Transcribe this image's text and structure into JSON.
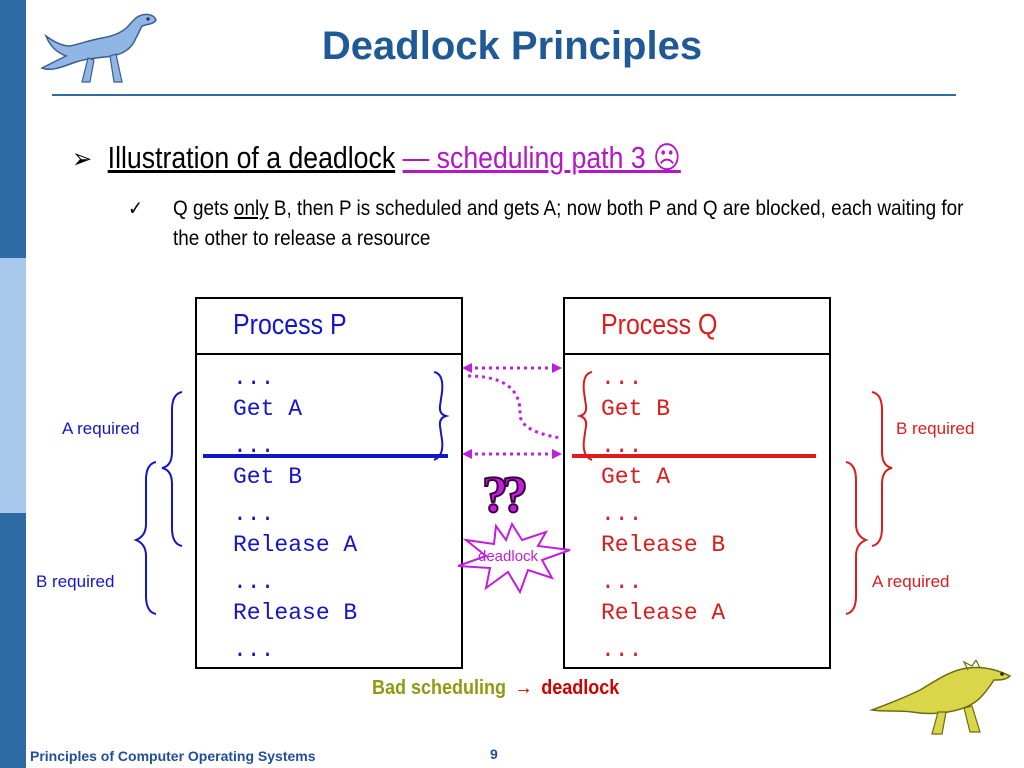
{
  "slide": {
    "title": "Deadlock Principles",
    "bullet": {
      "prefix": "Illustration of a deadlock",
      "highlight": "— scheduling path 3 ☹",
      "sub": {
        "part1": "Q gets ",
        "only": "only",
        "part2": " B, then P is scheduled and gets A; now both P and Q are blocked, each waiting for the other to release a resource"
      }
    },
    "process_p": {
      "title": "Process P",
      "lines": [
        "...",
        "Get A",
        "...",
        "Get B",
        "...",
        "Release A",
        "...",
        "Release B",
        "..."
      ]
    },
    "process_q": {
      "title": "Process Q",
      "lines": [
        "...",
        "Get B",
        "...",
        "Get A",
        "...",
        "Release B",
        "...",
        "Release A",
        "..."
      ]
    },
    "labels": {
      "p_a_required": "A required",
      "p_b_required": "B required",
      "q_b_required": "B required",
      "q_a_required": "A required",
      "question": "??",
      "deadlock_burst": "deadlock"
    },
    "caption": {
      "left": "Bad scheduling",
      "arrow": "→",
      "right": "deadlock"
    },
    "footer": {
      "course": "Principles of Computer Operating Systems",
      "page": "9"
    }
  },
  "colors": {
    "title": "#1f5a96",
    "process_p": "#1515c8",
    "process_q": "#dd1c1c",
    "magenta": "#b416c8",
    "caption_left": "#8f9a10",
    "caption_right": "#d00000",
    "stripe_dark": "#2e6aa4",
    "stripe_light": "#a9c8ec"
  },
  "icons": [
    "dinosaur-top-left-icon",
    "dinosaur-bottom-right-icon",
    "question-marks-icon",
    "deadlock-burst-icon",
    "arrow-bullet-icon",
    "checkmark-icon"
  ]
}
